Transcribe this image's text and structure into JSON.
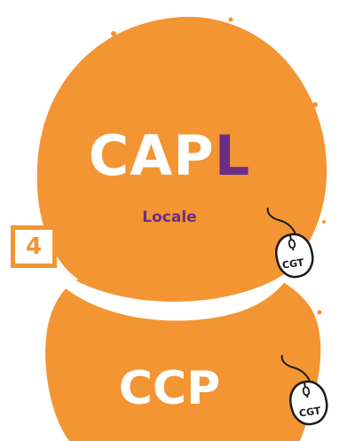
{
  "top_blob": {
    "title_main": "CAP",
    "title_accent": "L",
    "subtitle": "Locale"
  },
  "badge": {
    "number": "4"
  },
  "bottom_blob": {
    "title": "CCP"
  },
  "mouse_icons": [
    {
      "label": "CGT"
    },
    {
      "label": "CGT"
    }
  ],
  "colors": {
    "orange": "#f39533",
    "purple": "#6b2d86",
    "white": "#ffffff"
  }
}
